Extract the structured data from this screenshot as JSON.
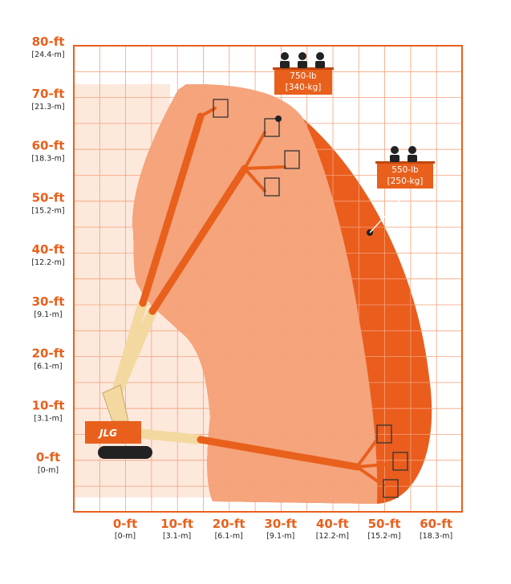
{
  "colors": {
    "grid": "#f3a27a",
    "frame": "#e8601c",
    "outer_zone": "#ea5d1d",
    "inner_zone": "#f5a47c",
    "shadow_zone": "#fde8dc",
    "boom": "#e8601c",
    "boom_base": "#f3d9a0",
    "label_orange": "#e8601c"
  },
  "y_axis": {
    "ticks": [
      {
        "ft": "80-ft",
        "m": "[24.4-m]"
      },
      {
        "ft": "70-ft",
        "m": "[21.3-m]"
      },
      {
        "ft": "60-ft",
        "m": "[18.3-m]"
      },
      {
        "ft": "50-ft",
        "m": "[15.2-m]"
      },
      {
        "ft": "40-ft",
        "m": "[12.2-m]"
      },
      {
        "ft": "30-ft",
        "m": "[9.1-m]"
      },
      {
        "ft": "20-ft",
        "m": "[6.1-m]"
      },
      {
        "ft": "10-ft",
        "m": "[3.1-m]"
      },
      {
        "ft": "0-ft",
        "m": "[0-m]"
      }
    ]
  },
  "x_axis": {
    "ticks": [
      {
        "ft": "0-ft",
        "m": "[0-m]"
      },
      {
        "ft": "10-ft",
        "m": "[3.1-m]"
      },
      {
        "ft": "20-ft",
        "m": "[6.1-m]"
      },
      {
        "ft": "30-ft",
        "m": "[9.1-m]"
      },
      {
        "ft": "40-ft",
        "m": "[12.2-m]"
      },
      {
        "ft": "50-ft",
        "m": "[15.2-m]"
      },
      {
        "ft": "60-ft",
        "m": "[18.3-m]"
      }
    ]
  },
  "capacity_zones": [
    {
      "lb": "750-lb",
      "kg": "[340-kg]",
      "people": 3,
      "zone": "inner"
    },
    {
      "lb": "550-lb",
      "kg": "[250-kg]",
      "people": 2,
      "zone": "outer"
    }
  ],
  "machine": {
    "brand": "JLG"
  },
  "icons": [
    "person-icon",
    "platform-basket-icon",
    "machine-icon"
  ]
}
